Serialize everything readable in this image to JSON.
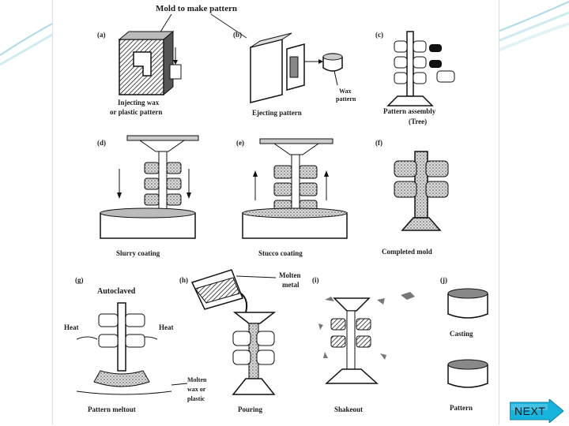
{
  "diagram": {
    "title": "Mold to make pattern",
    "steps": [
      {
        "letter": "(a)",
        "caption_lines": [
          "Injecting wax",
          "or plastic pattern"
        ]
      },
      {
        "letter": "(b)",
        "caption_lines": [
          "Ejecting pattern"
        ],
        "callout_lines": [
          "Wax",
          "pattern"
        ]
      },
      {
        "letter": "(c)",
        "caption_lines": [
          "Pattern assembly",
          "(Tree)"
        ]
      },
      {
        "letter": "(d)",
        "caption_lines": [
          "Slurry coating"
        ]
      },
      {
        "letter": "(e)",
        "caption_lines": [
          "Stucco coating"
        ]
      },
      {
        "letter": "(f)",
        "caption_lines": [
          "Completed mold"
        ]
      },
      {
        "letter": "(g)",
        "caption_lines": [
          "Pattern meltout"
        ],
        "top_label": "Autoclaved",
        "left_label": "Heat",
        "right_label": "Heat",
        "callout_lines": [
          "Molten",
          "wax or",
          "plastic"
        ]
      },
      {
        "letter": "(h)",
        "caption_lines": [
          "Pouring"
        ],
        "callout_lines": [
          "Molten",
          "metal"
        ]
      },
      {
        "letter": "(i)",
        "caption_lines": [
          "Shakeout"
        ]
      },
      {
        "letter": "(j)",
        "caption_lines": [
          "Casting",
          "Pattern"
        ]
      }
    ]
  },
  "navigation": {
    "next_label": "NEXT"
  },
  "colors": {
    "accent": "#4fb8d8",
    "button_fill": "#16b3dd",
    "ink": "#1b1b1b"
  }
}
